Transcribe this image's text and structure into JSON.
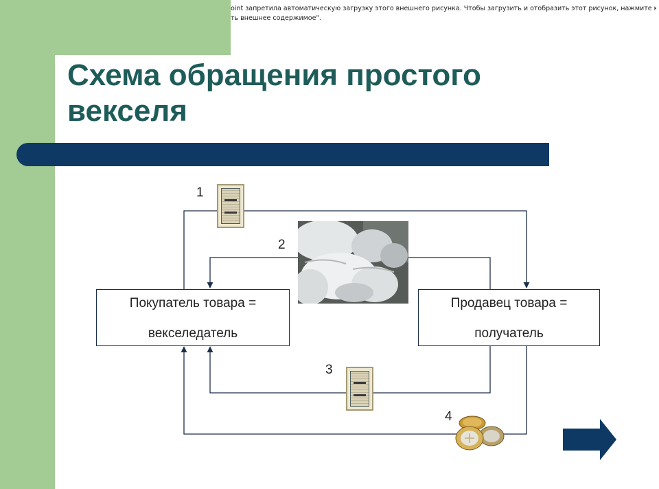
{
  "colors": {
    "green_panel": "#a3cb94",
    "title_text": "#1e5c5a",
    "title_bar": "#0e3965",
    "arrow_blue": "#0e3965",
    "line": "#1c2f4a"
  },
  "notice": {
    "line1": "oint запретила автоматическую загрузку этого внешнего рисунка. Чтобы загрузить и отобразить этот рисунок, нажмите кнопку",
    "line2": "ть внешнее содержимое\"."
  },
  "title": "Схема обращения простого векселя",
  "buyer": {
    "line1": "Покупатель товара =",
    "line2": "векселедатель"
  },
  "seller": {
    "line1": "Продавец товара =",
    "line2": "получатель"
  },
  "steps": {
    "s1": "1",
    "s2": "2",
    "s3": "3",
    "s4": "4"
  },
  "icons": {
    "bill": "promissory-note-icon",
    "goods": "goods-photo",
    "coins": "coins-icon",
    "next": "next-arrow-icon"
  }
}
